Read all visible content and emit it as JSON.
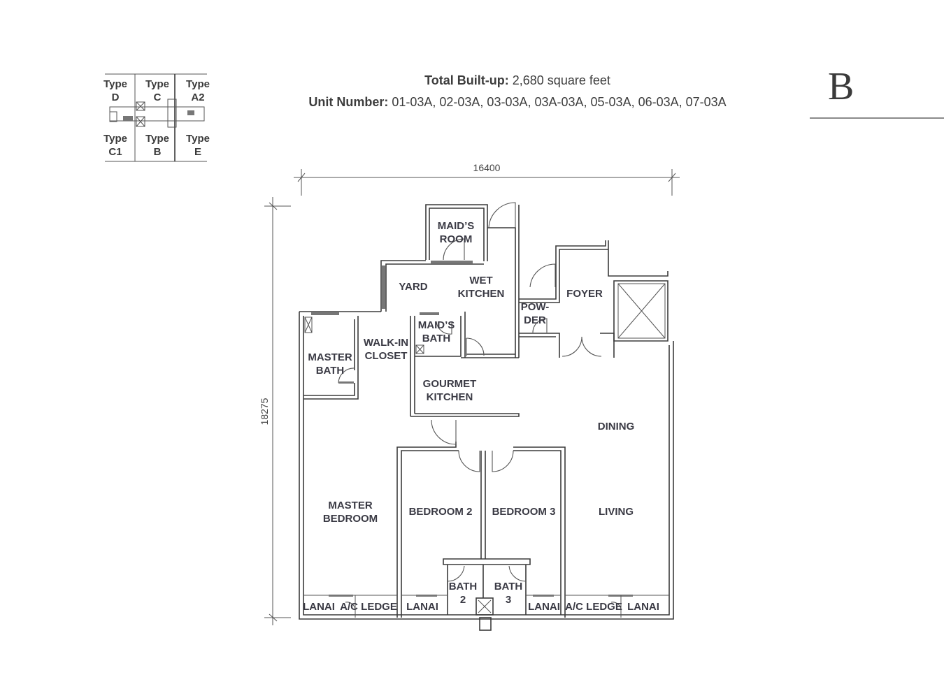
{
  "header": {
    "built_up_label": "Total Built-up:",
    "built_up_value": "2,680 square feet",
    "unit_number_label": "Unit Number:",
    "unit_numbers": "01-03A, 02-03A, 03-03A, 03A-03A, 05-03A, 06-03A, 07-03A"
  },
  "unit_type": "B",
  "key_plan": {
    "types": [
      {
        "line1": "Type",
        "line2": "D"
      },
      {
        "line1": "Type",
        "line2": "C"
      },
      {
        "line1": "Type",
        "line2": "A2"
      },
      {
        "line1": "Type",
        "line2": "C1"
      },
      {
        "line1": "Type",
        "line2": "B"
      },
      {
        "line1": "Type",
        "line2": "E"
      }
    ]
  },
  "dimensions": {
    "width": "16400",
    "depth": "18275"
  },
  "rooms": {
    "maids_room": [
      "MAID’S",
      "ROOM"
    ],
    "yard": [
      "YARD"
    ],
    "wet_kitchen": [
      "WET",
      "KITCHEN"
    ],
    "powder": [
      "POW-",
      "DER"
    ],
    "foyer": [
      "FOYER"
    ],
    "maids_bath": [
      "MAID’S",
      "BATH"
    ],
    "master_bath": [
      "MASTER",
      "BATH"
    ],
    "walk_in_closet": [
      "WALK-IN",
      "CLOSET"
    ],
    "gourmet_kitchen": [
      "GOURMET",
      "KITCHEN"
    ],
    "dining": [
      "DINING"
    ],
    "master_bedroom": [
      "MASTER",
      "BEDROOM"
    ],
    "bedroom_2": [
      "BEDROOM 2"
    ],
    "bedroom_3": [
      "BEDROOM 3"
    ],
    "living": [
      "LIVING"
    ],
    "bath_2": [
      "BATH",
      "2"
    ],
    "bath_3": [
      "BATH",
      "3"
    ],
    "lanai_1": [
      "LANAI"
    ],
    "ac_ledge_1": [
      "A/C LEDGE"
    ],
    "lanai_2": [
      "LANAI"
    ],
    "lanai_3": [
      "LANAI"
    ],
    "ac_ledge_2": [
      "A/C LEDGE"
    ],
    "lanai_4": [
      "LANAI"
    ]
  }
}
